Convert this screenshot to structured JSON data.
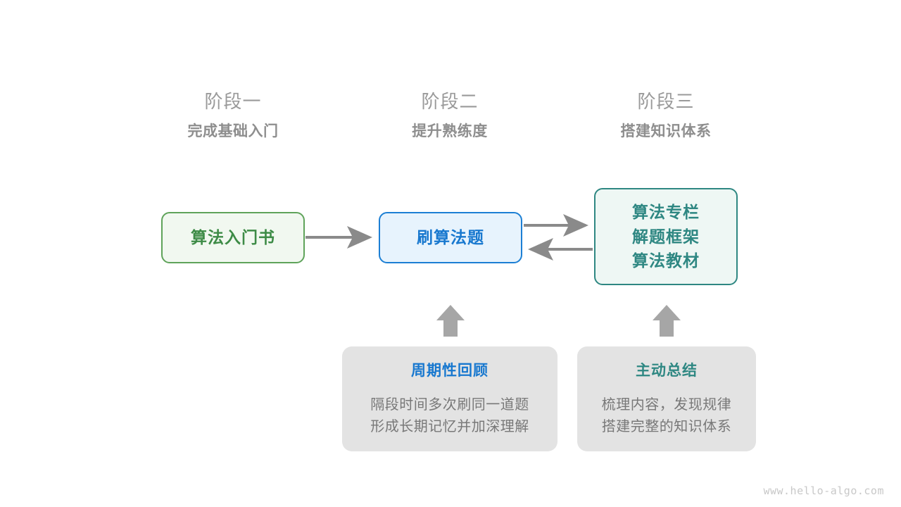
{
  "watermark": "www.hello-algo.com",
  "colors": {
    "stage_title": "#9a9a9a",
    "stage_subtitle": "#8e8e8e",
    "green": "#3d8b46",
    "green_border": "#5fa35a",
    "green_fill": "#f1f8f0",
    "blue": "#1878cf",
    "blue_border": "#1c7fd4",
    "blue_fill": "#e7f3fd",
    "teal": "#2e8782",
    "teal_fill": "#eef7f4",
    "note_fill": "#e3e3e3",
    "note_text": "#787878",
    "arrow_gray": "#8a8a8a",
    "block_arrow_gray": "#a6a6a6",
    "watermark": "#c8c8c8"
  },
  "stages": [
    {
      "title": "阶段一",
      "subtitle": "完成基础入门"
    },
    {
      "title": "阶段二",
      "subtitle": "提升熟练度"
    },
    {
      "title": "阶段三",
      "subtitle": "搭建知识体系"
    }
  ],
  "boxes": {
    "intro_book": {
      "label": "算法入门书"
    },
    "practice": {
      "label": "刷算法题"
    },
    "resources": {
      "lines": [
        "算法专栏",
        "解题框架",
        "算法教材"
      ]
    }
  },
  "notes": [
    {
      "title": "周期性回顾",
      "body_lines": [
        "隔段时间多次刷同一道题",
        "形成长期记忆并加深理解"
      ]
    },
    {
      "title": "主动总结",
      "body_lines": [
        "梳理内容，发现规律",
        "搭建完整的知识体系"
      ]
    }
  ],
  "connectors": [
    {
      "name": "book-to-practice",
      "direction": "right"
    },
    {
      "name": "practice-to-resources",
      "direction": "right"
    },
    {
      "name": "resources-to-practice",
      "direction": "left"
    },
    {
      "name": "review-to-practice",
      "direction": "up"
    },
    {
      "name": "summary-to-resources",
      "direction": "up"
    }
  ]
}
